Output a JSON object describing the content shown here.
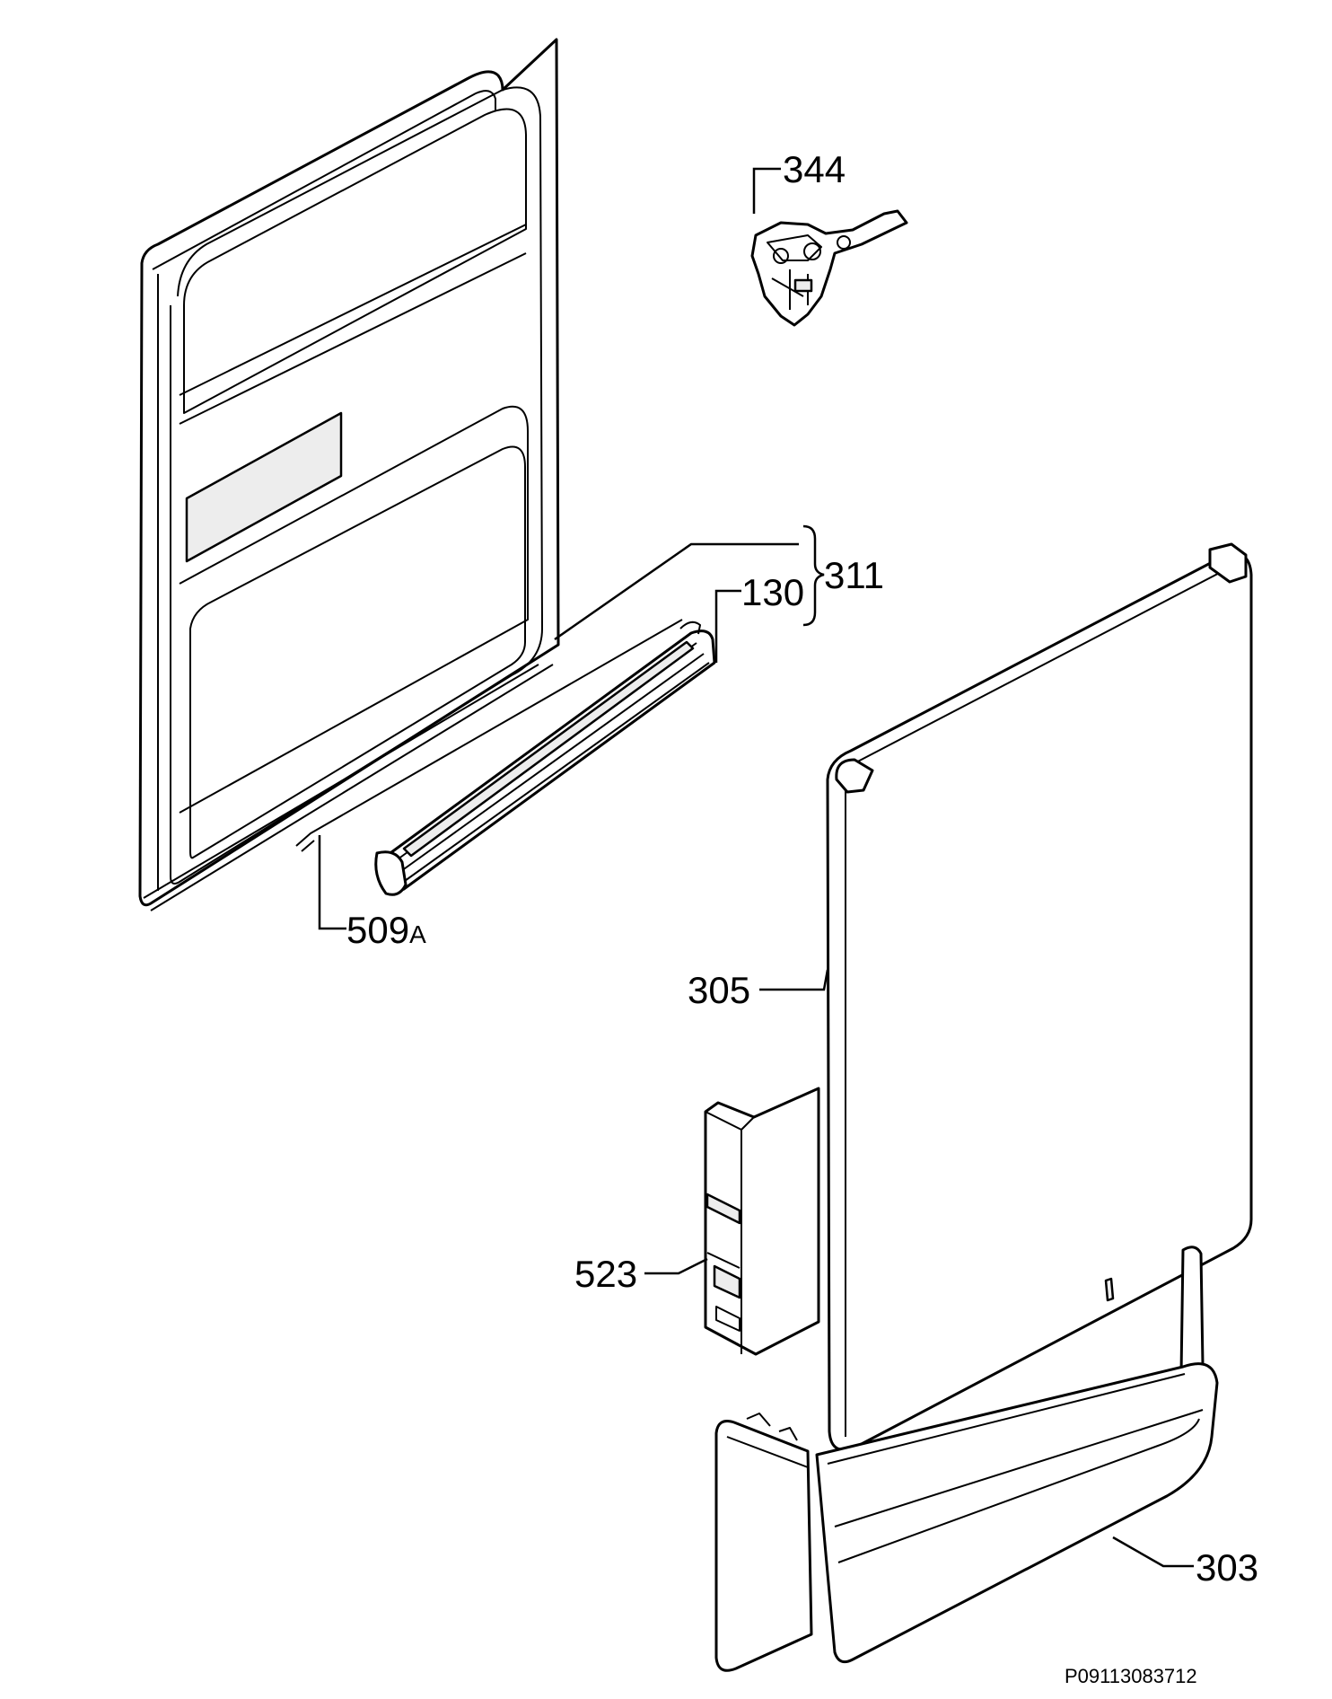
{
  "labels": {
    "part_344": "344",
    "part_311": "311",
    "part_130": "130",
    "part_509": "509",
    "part_509_suffix": "A",
    "part_305": "305",
    "part_523": "523",
    "part_303": "303"
  },
  "drawing_code": "P09113083712"
}
